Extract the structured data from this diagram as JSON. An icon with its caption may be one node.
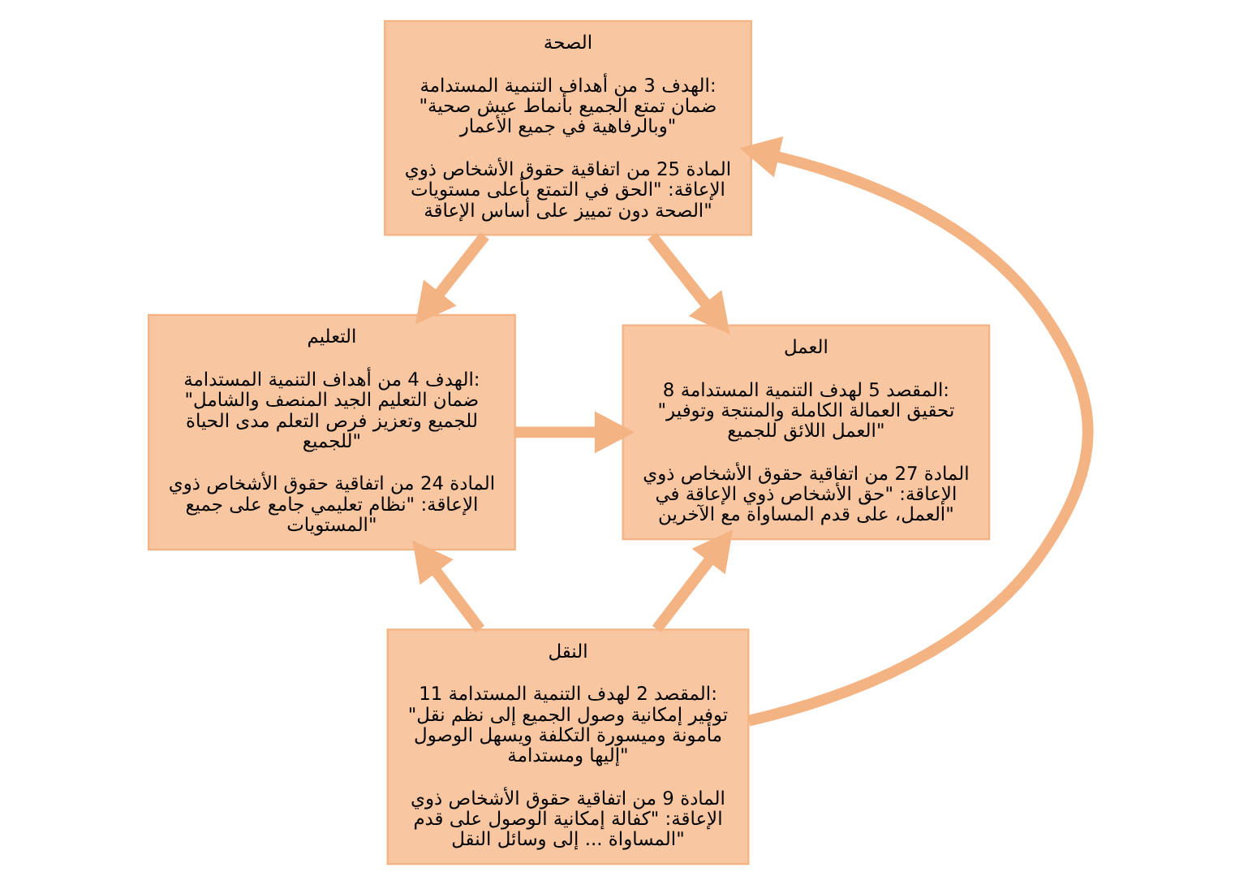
{
  "diagram": {
    "nodes": [
      {
        "text": [
          "الصحة",
          "الهدف 3 من أهداف التنمية المستدامة: \"ضمان تمتع الجميع بأنماط عيش صحية وبالرفاهية في جميع الأعمار\"",
          "المادة 25 من اتفاقية حقوق الأشخاص ذوي الإعاقة: \"الحق في التمتع بأعلى مستويات الصحة دون تمييز على أساس الإعاقة\""
        ]
      },
      {
        "text": [
          "التعليم",
          "الهدف 4 من أهداف التنمية المستدامة: \"ضمان التعليم الجيد المنصف والشامل للجميع وتعزيز فرص التعلم مدى الحياة للجميع\"",
          "المادة 24 من اتفاقية حقوق الأشخاص ذوي الإعاقة: \"نظام تعليمي جامع على جميع المستويات\""
        ]
      },
      {
        "text": [
          "العمل",
          "المقصد 5 لهدف التنمية المستدامة 8: \"تحقيق العمالة الكاملة والمنتجة وتوفير العمل اللائق للجميع\"",
          "المادة 27 من اتفاقية حقوق الأشخاص ذوي الإعاقة: \"حق الأشخاص ذوي الإعاقة في العمل، على قدم المساواة مع الآخرين\""
        ]
      },
      {
        "text": [
          "النقل",
          "المقصد 2 لهدف التنمية المستدامة 11: \"توفير إمكانية وصول الجميع إلى نظم نقل مأمونة وميسورة التكلفة ويسهل الوصول إليها ومستدامة\"",
          "المادة 9 من اتفاقية حقوق الأشخاص ذوي الإعاقة: \"كفالة إمكانية الوصول على قدم المساواة ... إلى وسائل النقل\""
        ]
      }
    ],
    "edges": [
      {
        "from": 0,
        "to": 1,
        "arrow": "to"
      },
      {
        "from": 0,
        "to": 2,
        "arrow": "to"
      },
      {
        "from": 1,
        "to": 2,
        "arrow": "to"
      },
      {
        "from": 3,
        "to": 0,
        "arrow": "to"
      },
      {
        "from": 3,
        "to": 1,
        "arrow": "to"
      },
      {
        "from": 3,
        "to": 2,
        "arrow": "to"
      }
    ]
  }
}
